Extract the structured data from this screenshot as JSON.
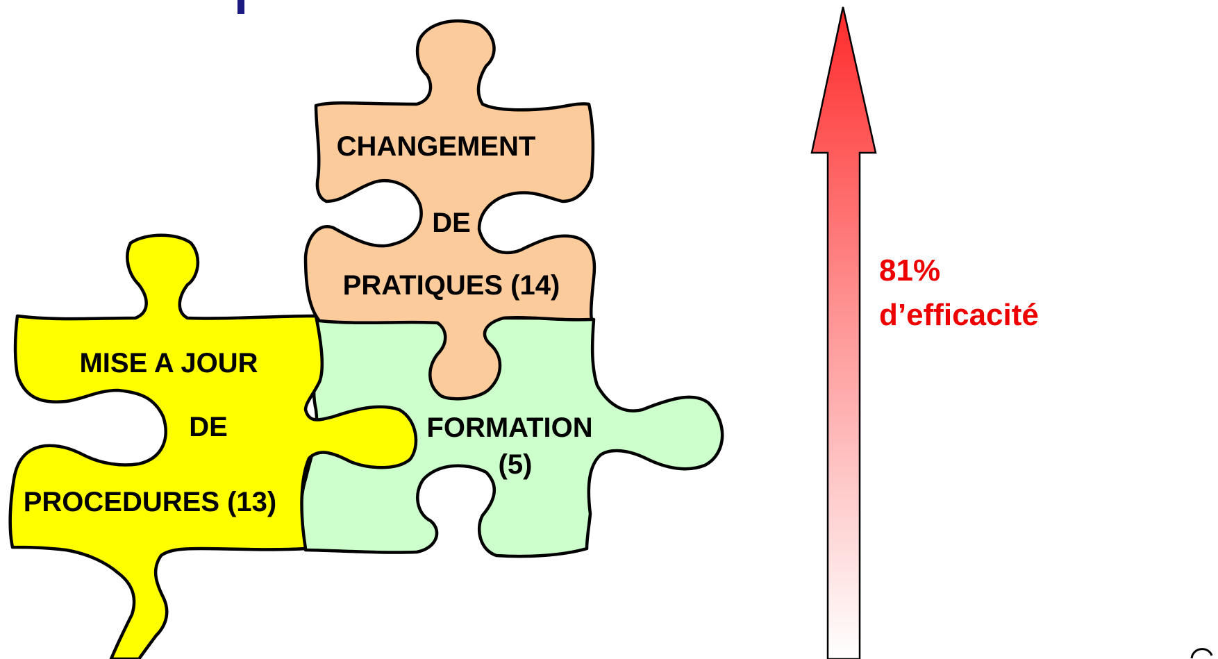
{
  "pieces": {
    "changement": {
      "line1": "CHANGEMENT",
      "line2": "DE",
      "line3": "PRATIQUES (14)"
    },
    "mise_a_jour": {
      "line1": "MISE A JOUR",
      "line2": "DE",
      "line3": "PROCEDURES (13)"
    },
    "formation": {
      "line1": "FORMATION",
      "line2": "(5)"
    }
  },
  "efficacy": {
    "percent": "81%",
    "label": "d’efficacité"
  },
  "colors": {
    "changement": "#fccb9b",
    "mise_a_jour": "#ffff00",
    "formation": "#ccffcc",
    "arrow_top": "#ff3333",
    "efficacy_text": "#ee0000"
  }
}
